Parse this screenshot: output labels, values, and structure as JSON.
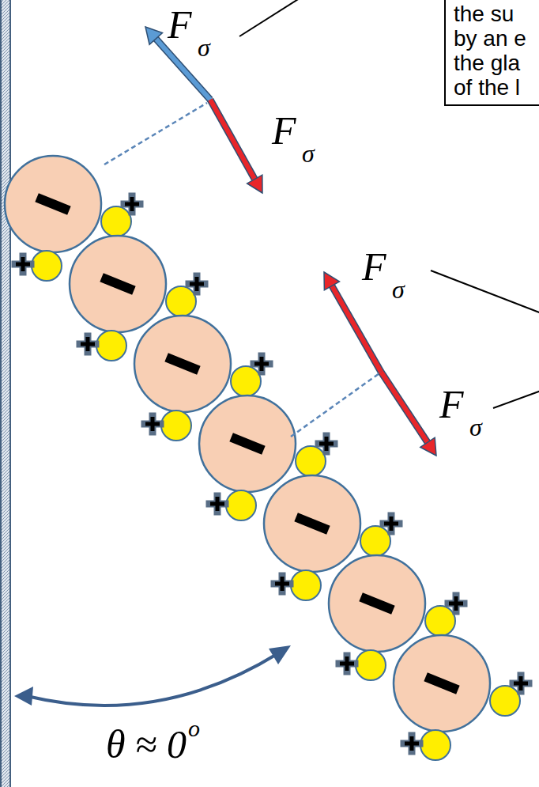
{
  "diagram": {
    "nodes": [
      {
        "text": [
          "the su by an e the gla of the l"
        ]
      }
    ],
    "labels": [
      "F",
      "σ",
      "F",
      "σ",
      "F",
      "σ",
      "F",
      "σ",
      "θ ≈ 0",
      "o"
    ]
  }
}
